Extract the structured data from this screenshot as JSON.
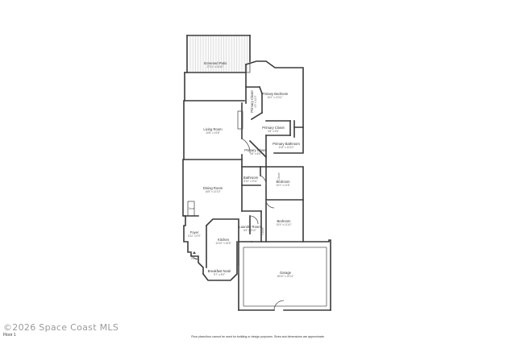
{
  "rooms": [
    {
      "id": "screened-patio",
      "name": "Screened Patio",
      "dim": "27'11\" x 24'10\""
    },
    {
      "id": "primary-bedroom",
      "name": "Primary Bedroom",
      "dim": "16'1\" x 13'11\""
    },
    {
      "id": "primary-closet-a",
      "name": "Primary Closet",
      "dim": "4'9\" x 11'9\""
    },
    {
      "id": "living-room",
      "name": "Living Room",
      "dim": "20'8\" x 19'8\""
    },
    {
      "id": "primary-closet-b",
      "name": "Primary Closet",
      "dim": "4'8\" x 5'6\""
    },
    {
      "id": "primary-bathroom",
      "name": "Primary Bathroom",
      "dim": "11'8\" x 10'10\""
    },
    {
      "id": "primary-closet-c",
      "name": "Primary Closet",
      "dim": "4'8\" x 8'8\""
    },
    {
      "id": "bathroom",
      "name": "Bathroom",
      "dim": "8'10\" x 5'11\""
    },
    {
      "id": "bedroom-a",
      "name": "Bedroom",
      "dim": "10'1\" x 11'6\""
    },
    {
      "id": "dining-room",
      "name": "Dining Room",
      "dim": "16'8\" x 12'10\""
    },
    {
      "id": "bedroom-b",
      "name": "Bedroom",
      "dim": "10'4\" x 11'10\""
    },
    {
      "id": "laundry-room",
      "name": "Laundry Room",
      "dim": "6'6\" x 5'10\""
    },
    {
      "id": "foyer",
      "name": "Foyer",
      "dim": "6'11\" x 9'9\""
    },
    {
      "id": "kitchen",
      "name": "Kitchen",
      "dim": "10'10\" x 15'5\""
    },
    {
      "id": "garage",
      "name": "Garage",
      "dim": "26'10\" x 22'11\""
    },
    {
      "id": "breakfast-nook",
      "name": "Breakfast Nook",
      "dim": "9'7\" x 8'9\""
    }
  ],
  "labels": {
    "closet": "Closet",
    "entry": "Entry"
  },
  "watermark": "©2026 Space Coast MLS",
  "floor_label": "Floor 1",
  "disclaimer": "Floor plans/tour cannot be used for building or design purposes. Sizes and dimensions are approximate."
}
